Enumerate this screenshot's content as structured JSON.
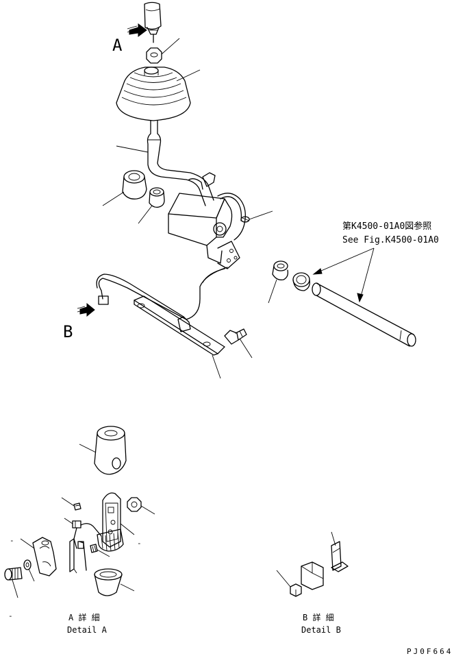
{
  "view_labels": {
    "view_a": "A",
    "view_b": "B"
  },
  "reference": {
    "line_jp": "第K4500-01A0図参照",
    "line_en": "See Fig.K4500-01A0"
  },
  "details": {
    "detail_a_jp": "A 詳 細",
    "detail_a_en": "Detail A",
    "detail_b_jp": "B 詳 細",
    "detail_b_en": "Detail B"
  },
  "minor_marks": {
    "dash": "-"
  },
  "drawing_number": "PJ0F664"
}
